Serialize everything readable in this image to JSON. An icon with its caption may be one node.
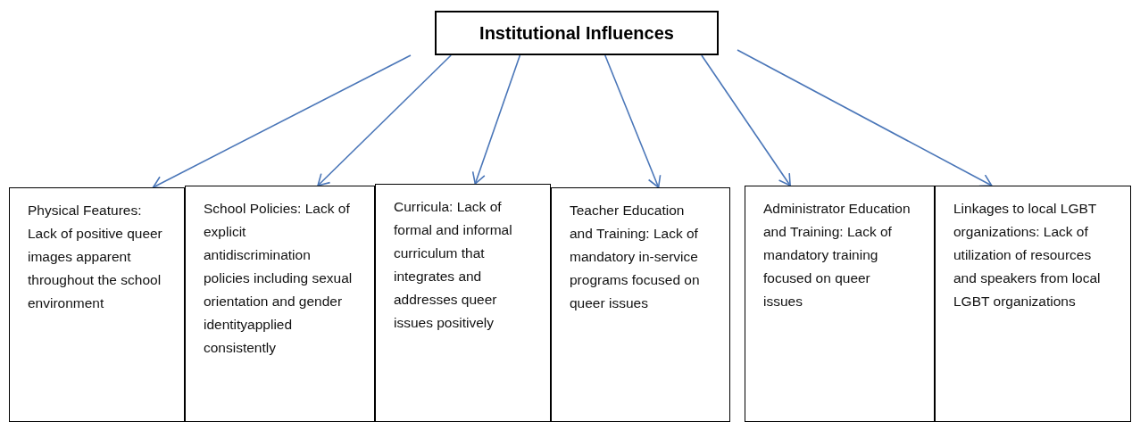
{
  "diagram": {
    "nodes": [
      {
        "text": [
          "Institutional Influences"
        ]
      },
      {
        "text": [
          "Physical Features: Lack of positive queer images apparent throughout the school environment"
        ]
      },
      {
        "text": [
          "School Policies: Lack of explicit antidiscrimination policies including sexual orientation and gender identityapplied consistently"
        ]
      },
      {
        "text": [
          "Curricula: Lack of formal and informal curriculum that integrates and addresses queer issues positively"
        ]
      },
      {
        "text": [
          "Teacher Education and Training: Lack of mandatory in-service programs focused on queer issues"
        ]
      },
      {
        "text": [
          "Administrator Education and Training: Lack of mandatory training focused on queer issues"
        ]
      },
      {
        "text": [
          "Linkages to local LGBT organizations: Lack of utilization of resources and speakers from local LGBT organizations"
        ]
      }
    ],
    "edges": [
      {
        "from": 0,
        "to": 1,
        "arrow": "to"
      },
      {
        "from": 0,
        "to": 2,
        "arrow": "to"
      },
      {
        "from": 0,
        "to": 3,
        "arrow": "to"
      },
      {
        "from": 0,
        "to": 4,
        "arrow": "to"
      },
      {
        "from": 0,
        "to": 5,
        "arrow": "to"
      },
      {
        "from": 0,
        "to": 6,
        "arrow": "to"
      }
    ]
  }
}
